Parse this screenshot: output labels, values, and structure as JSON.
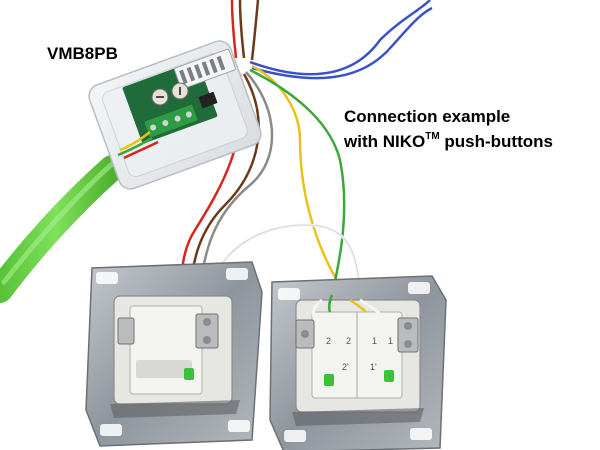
{
  "image": {
    "module_label": "VMB8PB",
    "caption": {
      "line1": "Connection example",
      "line2_prefix": "with NIKO",
      "line2_superscript": "TM",
      "line2_suffix": " push-buttons"
    }
  },
  "colors": {
    "cable": "#6fd44a",
    "wire_red": "#d8261c",
    "wire_yellow": "#e8c21a",
    "wire_green": "#3aa83a",
    "wire_white": "#f4f4f4",
    "wire_grey": "#8a8a86",
    "wire_brown": "#6a3b1a",
    "wire_blue": "#3a52c8",
    "wire_orange": "#e2801e",
    "switch_plate": "#9aa0a6",
    "switch_body": "#e8e8e4"
  },
  "switches": {
    "right_markings": [
      "2",
      "2",
      "1",
      "1",
      "2'",
      "1'"
    ]
  }
}
